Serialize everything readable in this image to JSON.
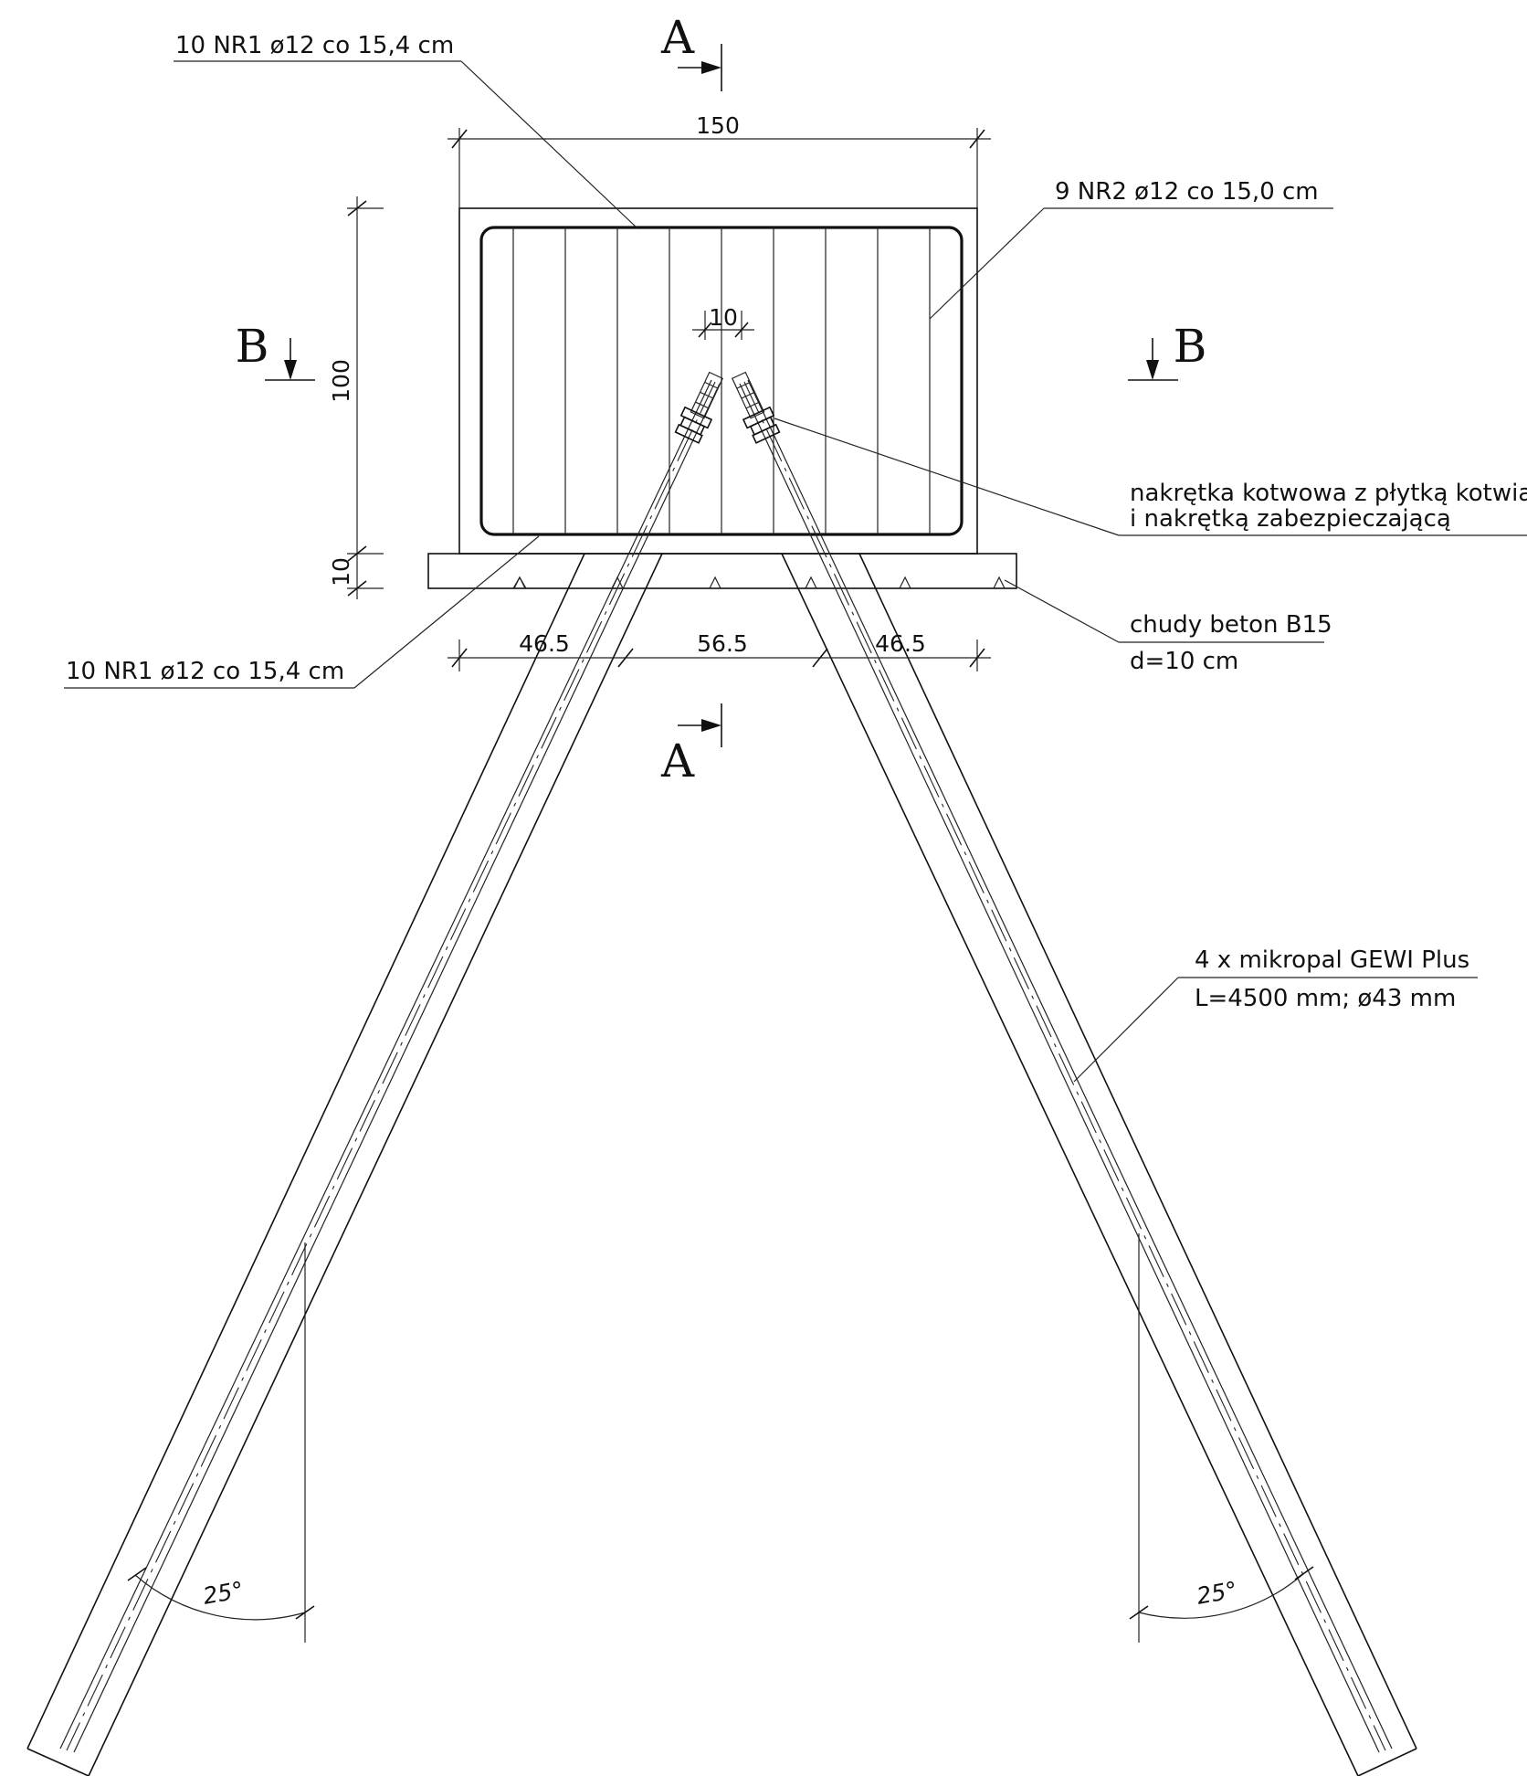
{
  "labels": {
    "nr1_top": "10 NR1 ø12 co 15,4 cm",
    "nr2": "9 NR2 ø12 co 15,0 cm",
    "nut_line1": "nakrętka kotwowa z płytką kotwiącą",
    "nut_line2": "i nakrętką zabezpieczającą",
    "concrete_line1": "chudy beton B15",
    "concrete_line2": "d=10 cm",
    "nr1_bottom": "10 NR1 ø12 co 15,4 cm",
    "pile_line1": "4 x mikropal GEWI Plus",
    "pile_line2": "L=4500 mm; ø43 mm"
  },
  "dimensions": {
    "width": "150",
    "height": "100",
    "lean_concrete": "10",
    "anchor_gap": "10",
    "left": "46.5",
    "middle": "56.5",
    "right": "46.5"
  },
  "angles": {
    "left": "25°",
    "right": "25°"
  },
  "sections": {
    "a_top": "A",
    "a_bottom": "A",
    "b_left": "B",
    "b_right": "B"
  }
}
